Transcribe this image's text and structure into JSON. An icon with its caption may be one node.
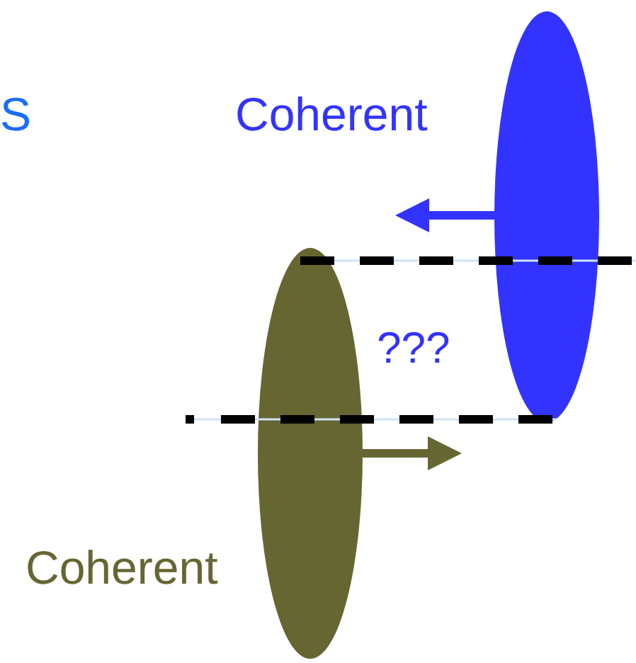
{
  "diagram": {
    "nodes": [
      {
        "text": [],
        "shape": "ellipse",
        "beside": [
          "Coherent"
        ]
      },
      {
        "text": [],
        "shape": "ellipse",
        "beside": [
          "Coherent"
        ]
      }
    ],
    "edges": [
      {
        "from": 0,
        "to": null,
        "arrow": "to",
        "color": "#3333ff"
      },
      {
        "from": 1,
        "to": null,
        "arrow": "to",
        "color": "#666633"
      }
    ],
    "labels": [
      "S",
      "???"
    ]
  }
}
